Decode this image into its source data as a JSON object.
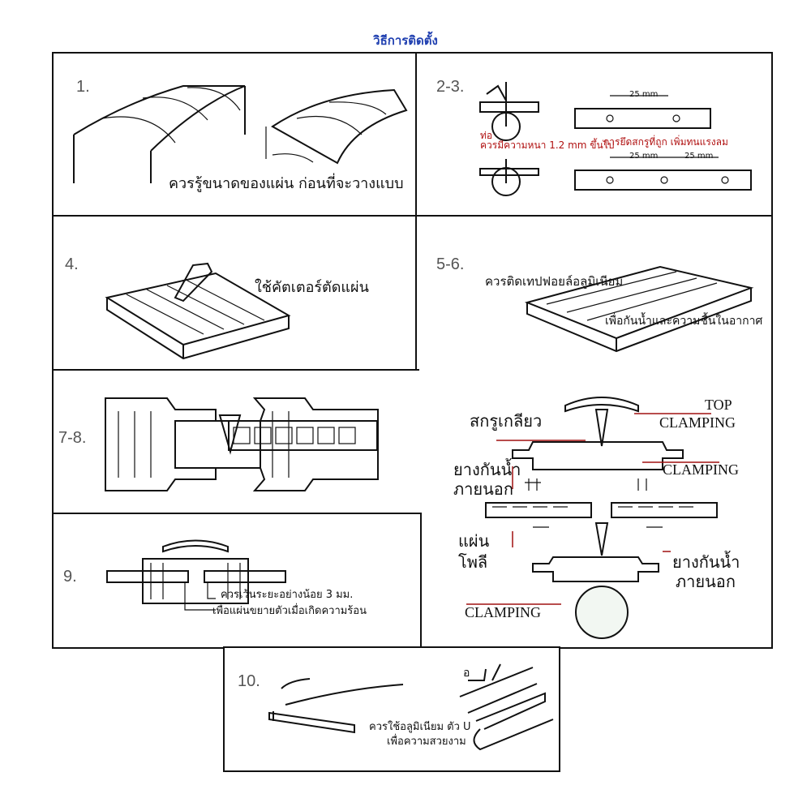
{
  "title": "วิธีการติดตั้ง",
  "colors": {
    "title": "#1f3fb0",
    "note_red": "#b01010",
    "step_number": "#555555"
  },
  "steps": {
    "s1": {
      "number": "1.",
      "caption": "ควรรู้ขนาดของแผ่น ก่อนที่จะวางแบบ"
    },
    "s23": {
      "number": "2-3.",
      "pipe_label": "ท่อ",
      "pipe_note": "ควรมีความหนา 1.2 mm ขึ้นไป",
      "screw_note": "การยึดสกรูที่ถูก เพิ่มทนแรงลม",
      "dim_a": "25 mm",
      "dim_b": "25 mm",
      "dim_c": "25 mm"
    },
    "s4": {
      "number": "4.",
      "caption": "ใช้คัตเตอร์ตัดแผ่น"
    },
    "s56": {
      "number": "5-6.",
      "caption_top": "ควรติดเทปฟอยล์อลูมิเนียม",
      "caption_bottom": "เพื่อกันน้ำและความชื้นในอากาศ"
    },
    "s78": {
      "number": "7-8.",
      "labels": {
        "screw": "สกรูเกลียว",
        "top": "TOP",
        "top_clamping": "CLAMPING",
        "clamping_mid": "CLAMPING",
        "gasket_out_1": "ยางกันน้ำ",
        "gasket_out_2": "ภายนอก",
        "sheet_1": "แผ่น",
        "sheet_2": "โพลี",
        "gasket_in_1": "ยางกันน้ำ",
        "gasket_in_2": "ภายนอก",
        "clamping_bottom": "CLAMPING"
      }
    },
    "s9": {
      "number": "9.",
      "note_1": "ควรเว้นระยะอย่างน้อย 3 มม.",
      "note_2": "เพื่อแผ่นขยายตัวเมื่อเกิดความร้อน"
    },
    "s10": {
      "number": "10.",
      "label_u": "อ",
      "caption_1": "ควรใช้อลูมิเนียม ตัว U",
      "caption_2": "เพื่อความสวยงาม"
    }
  }
}
